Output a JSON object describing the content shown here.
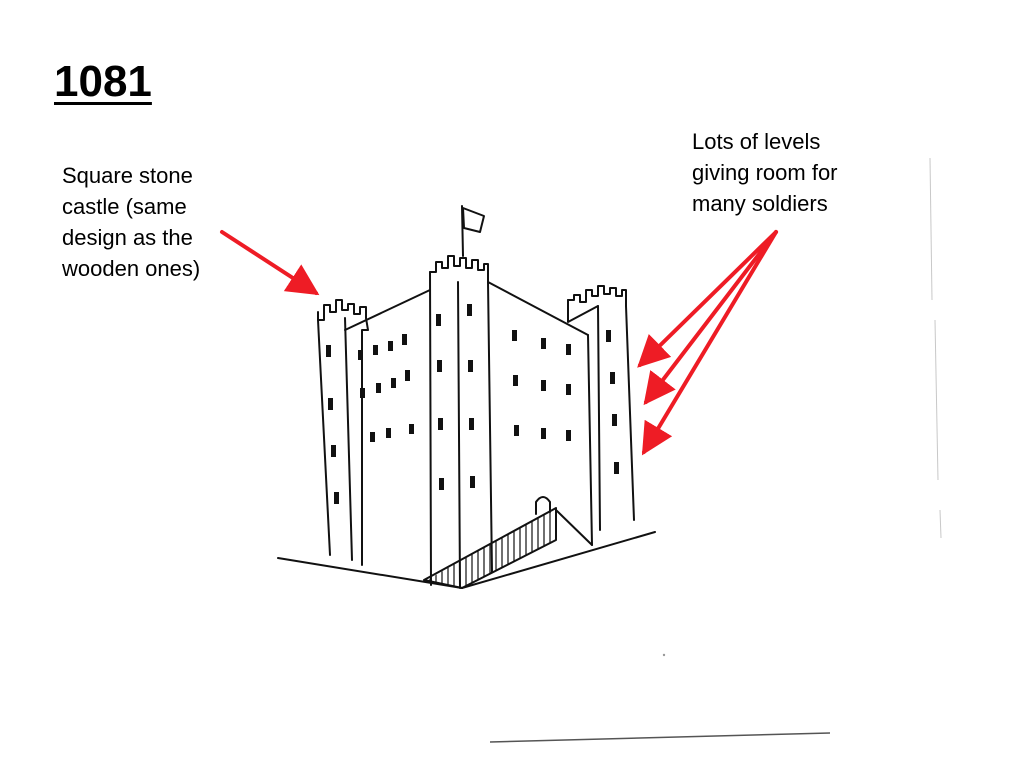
{
  "title": "1081",
  "annotations": {
    "left": {
      "lines": [
        "Square stone",
        "castle (same",
        "design as the",
        "wooden ones)"
      ]
    },
    "right": {
      "lines": [
        "Lots of levels",
        "giving room for",
        "many soldiers"
      ]
    }
  },
  "arrow_color": "#ee1c25",
  "drawing": {
    "subject": "castle-sketch",
    "flag_icon": "flag-icon"
  }
}
